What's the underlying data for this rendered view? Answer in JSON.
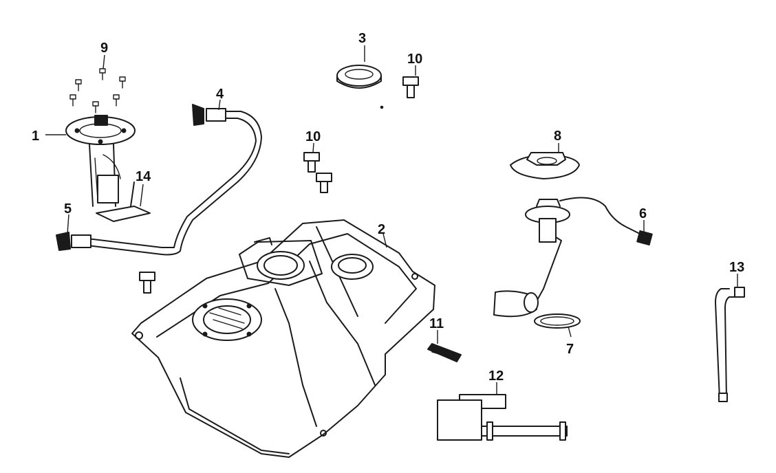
{
  "callouts": [
    {
      "id": "p1",
      "label": "1"
    },
    {
      "id": "p2",
      "label": "2"
    },
    {
      "id": "p3",
      "label": "3"
    },
    {
      "id": "p4",
      "label": "4"
    },
    {
      "id": "p5",
      "label": "5"
    },
    {
      "id": "p6",
      "label": "6"
    },
    {
      "id": "p7",
      "label": "7"
    },
    {
      "id": "p8",
      "label": "8"
    },
    {
      "id": "p9",
      "label": "9"
    },
    {
      "id": "p10a",
      "label": "10"
    },
    {
      "id": "p10b",
      "label": "10"
    },
    {
      "id": "p11",
      "label": "11"
    },
    {
      "id": "p12",
      "label": "12"
    },
    {
      "id": "p13",
      "label": "13"
    },
    {
      "id": "p14",
      "label": "14"
    }
  ]
}
